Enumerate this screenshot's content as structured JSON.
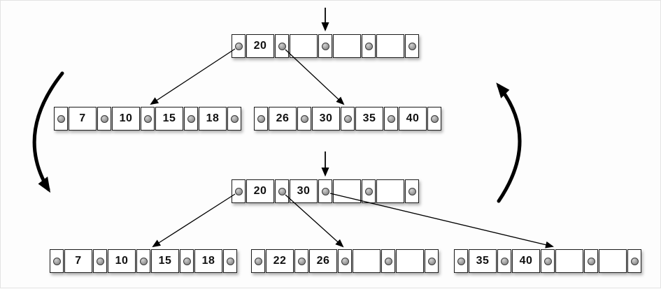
{
  "figure": {
    "colors": {
      "background": "#fdfdfd",
      "frame": "#e3e3e3",
      "node_fill": "#ffffff",
      "node_border": "#1c1c1c",
      "dot_fill": "#9a9a9a",
      "dot_ring": "#3a3a3a",
      "arrow": "#000000"
    },
    "icons": {
      "pointer_dot": "filled-gray-circle",
      "insert_position_arrow": "straight-down-arrow",
      "cycle_left_arrow": "thick-curved-arrow-down",
      "cycle_right_arrow": "thick-curved-arrow-up"
    }
  },
  "trees": [
    {
      "position": "top",
      "root": {
        "keys": [
          "20",
          "",
          "",
          ""
        ]
      },
      "children": [
        {
          "keys": [
            "7",
            "10",
            "15",
            "18"
          ]
        },
        {
          "keys": [
            "26",
            "30",
            "35",
            "40"
          ]
        }
      ]
    },
    {
      "position": "bottom",
      "root": {
        "keys": [
          "20",
          "30",
          "",
          ""
        ]
      },
      "children": [
        {
          "keys": [
            "7",
            "10",
            "15",
            "18"
          ]
        },
        {
          "keys": [
            "22",
            "26",
            "",
            ""
          ]
        },
        {
          "keys": [
            "35",
            "40",
            "",
            ""
          ]
        }
      ]
    }
  ]
}
